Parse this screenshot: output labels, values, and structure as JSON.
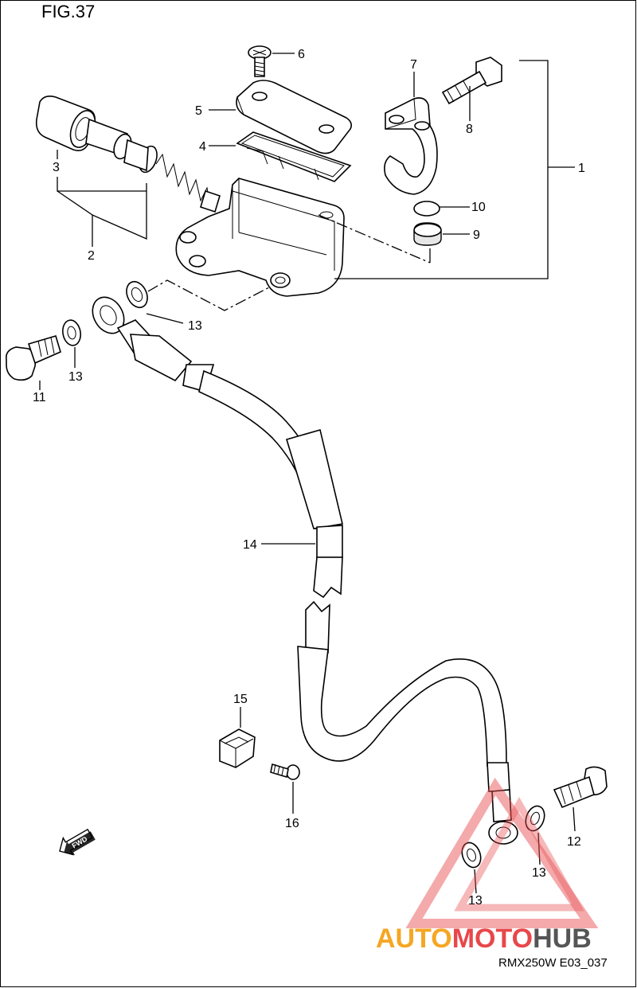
{
  "figure_title": "FIG.37",
  "drawing_code": "RMX250W E03_037",
  "watermark": {
    "brand": "AUTOMOTOHUB",
    "part1": "AUTO",
    "part2": "MOTO",
    "part3": "HUB",
    "color_orange": "#f5a623",
    "color_red": "#e8474a",
    "color_gray": "#555555"
  },
  "fwd_label": "FWD",
  "callouts": {
    "c1": "1",
    "c2": "2",
    "c3": "3",
    "c4": "4",
    "c5": "5",
    "c6": "6",
    "c7": "7",
    "c8": "8",
    "c9": "9",
    "c10": "10",
    "c11": "11",
    "c12": "12",
    "c13a": "13",
    "c13b": "13",
    "c13c": "13",
    "c13d": "13",
    "c14": "14",
    "c15": "15",
    "c16": "16"
  }
}
